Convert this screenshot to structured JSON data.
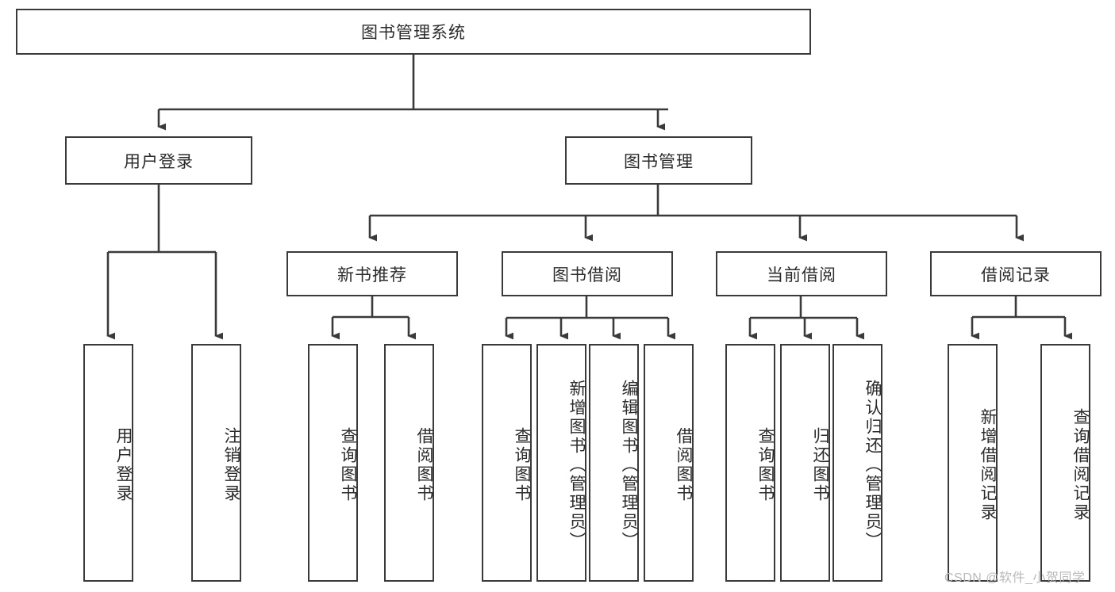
{
  "diagram": {
    "title": "图书管理系统",
    "type": "hierarchy-tree",
    "root": {
      "label": "图书管理系统"
    },
    "level1": [
      {
        "id": "user-login",
        "label": "用户登录"
      },
      {
        "id": "book-management",
        "label": "图书管理"
      }
    ],
    "level2": [
      {
        "id": "new-book-recommend",
        "label": "新书推荐",
        "parent": "book-management"
      },
      {
        "id": "book-borrow",
        "label": "图书借阅",
        "parent": "book-management"
      },
      {
        "id": "current-borrow",
        "label": "当前借阅",
        "parent": "book-management"
      },
      {
        "id": "borrow-record",
        "label": "借阅记录",
        "parent": "book-management"
      }
    ],
    "leaves": [
      {
        "id": "leaf-user-login",
        "label": "用户登录",
        "parent": "user-login"
      },
      {
        "id": "leaf-logout-login",
        "label": "注销登录",
        "parent": "user-login"
      },
      {
        "id": "leaf-query-book-1",
        "label": "查询图书",
        "parent": "new-book-recommend"
      },
      {
        "id": "leaf-borrow-book-1",
        "label": "借阅图书",
        "parent": "new-book-recommend"
      },
      {
        "id": "leaf-query-book-2",
        "label": "查询图书",
        "parent": "book-borrow"
      },
      {
        "id": "leaf-add-book",
        "label": "新增图书（管理员）",
        "parent": "book-borrow"
      },
      {
        "id": "leaf-edit-book",
        "label": "编辑图书（管理员）",
        "parent": "book-borrow"
      },
      {
        "id": "leaf-borrow-book-2",
        "label": "借阅图书",
        "parent": "book-borrow"
      },
      {
        "id": "leaf-query-book-3",
        "label": "查询图书",
        "parent": "current-borrow"
      },
      {
        "id": "leaf-return-book",
        "label": "归还图书",
        "parent": "current-borrow"
      },
      {
        "id": "leaf-confirm-return",
        "label": "确认归还（管理员）",
        "parent": "current-borrow"
      },
      {
        "id": "leaf-add-record",
        "label": "新增借阅记录",
        "parent": "borrow-record"
      },
      {
        "id": "leaf-query-record",
        "label": "查询借阅记录",
        "parent": "borrow-record"
      }
    ],
    "colors": {
      "stroke": "#3a3a3a",
      "fill": "#ffffff",
      "text": "#2b2b2b",
      "watermark": "#b9b9b9"
    }
  },
  "watermark": {
    "text": "CSDN @软件_小贺同学"
  }
}
